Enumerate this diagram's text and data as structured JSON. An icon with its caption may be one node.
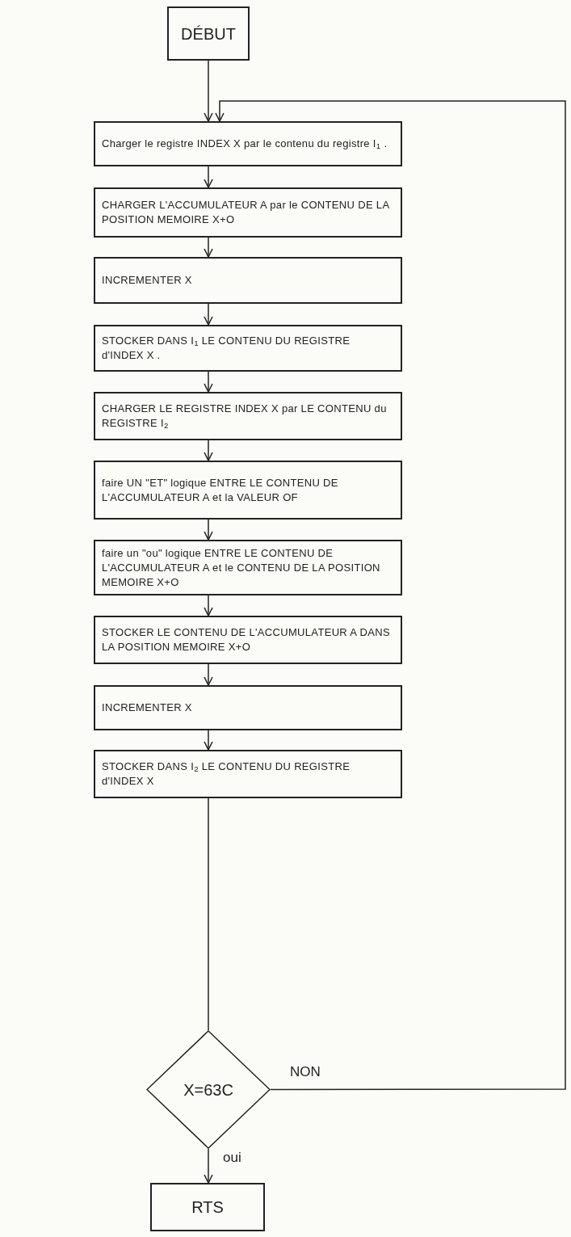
{
  "diagram": {
    "nodes": [
      {
        "text": [
          "DÉBUT"
        ]
      },
      {
        "text": [
          "Charger le registre INDEX X par le contenu du registre I$_{1}$ ."
        ]
      },
      {
        "text": [
          "CHARGER L'ACCUMULATEUR A par le CONTENU DE LA POSITION MEMOIRE X+O"
        ]
      },
      {
        "text": [
          "INCREMENTER X"
        ]
      },
      {
        "text": [
          "STOCKER DANS I$_{1}$ LE CONTENU DU REGISTRE d'INDEX X ."
        ]
      },
      {
        "text": [
          "CHARGER LE REGISTRE INDEX X par LE CONTENU du REGISTRE I$_{2}$"
        ]
      },
      {
        "text": [
          "faire UN \"ET\" logique ENTRE LE CONTENU DE L'ACCUMULATEUR A et la VALEUR OF"
        ]
      },
      {
        "text": [
          "faire un \"ou\" logique ENTRE LE CONTENU DE L'ACCUMULATEUR A et le CONTENU DE LA POSITION MEMOIRE X+O"
        ]
      },
      {
        "text": [
          "STOCKER LE CONTENU DE L'ACCUMULATEUR A DANS LA POSITION MEMOIRE X+O"
        ]
      },
      {
        "text": [
          "INCREMENTER X"
        ]
      },
      {
        "text": [
          "STOCKER DANS I$_{2}$ LE CONTENU DU REGISTRE d'INDEX X"
        ]
      },
      {
        "text": [
          "X=63C"
        ]
      },
      {
        "text": [
          "RTS"
        ]
      }
    ],
    "edges": [
      {
        "from": 0,
        "to": 1,
        "arrow": "to"
      },
      {
        "from": 1,
        "to": 2,
        "arrow": "to"
      },
      {
        "from": 2,
        "to": 3,
        "arrow": "to"
      },
      {
        "from": 3,
        "to": 4,
        "arrow": "to"
      },
      {
        "from": 4,
        "to": 5,
        "arrow": "to"
      },
      {
        "from": 5,
        "to": 6,
        "arrow": "to"
      },
      {
        "from": 6,
        "to": 7,
        "arrow": "to"
      },
      {
        "from": 7,
        "to": 8,
        "arrow": "to"
      },
      {
        "from": 8,
        "to": 9,
        "arrow": "to"
      },
      {
        "from": 9,
        "to": 10,
        "arrow": "to"
      },
      {
        "from": 10,
        "to": 11,
        "arrow": "none"
      },
      {
        "from": 11,
        "to": 12,
        "label": "oui",
        "arrow": "to"
      },
      {
        "from": 11,
        "to": 1,
        "label": "NON",
        "arrow": "to"
      }
    ]
  }
}
